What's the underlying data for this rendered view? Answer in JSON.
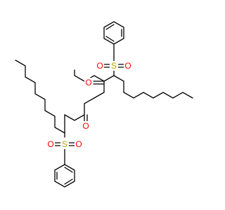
{
  "molecule": {
    "atom_labels": {
      "sulfur_top": "S",
      "oxygen_top_left": "O",
      "oxygen_top_right": "O",
      "ketone_oxygen_top": "O",
      "ketone_oxygen_bottom": "O",
      "sulfur_bottom": "S",
      "oxygen_bottom_left": "O",
      "oxygen_bottom_right": "O"
    },
    "colors": {
      "sulfur": "#b5a100",
      "oxygen": "#ff0000",
      "bond": "#000000"
    }
  }
}
